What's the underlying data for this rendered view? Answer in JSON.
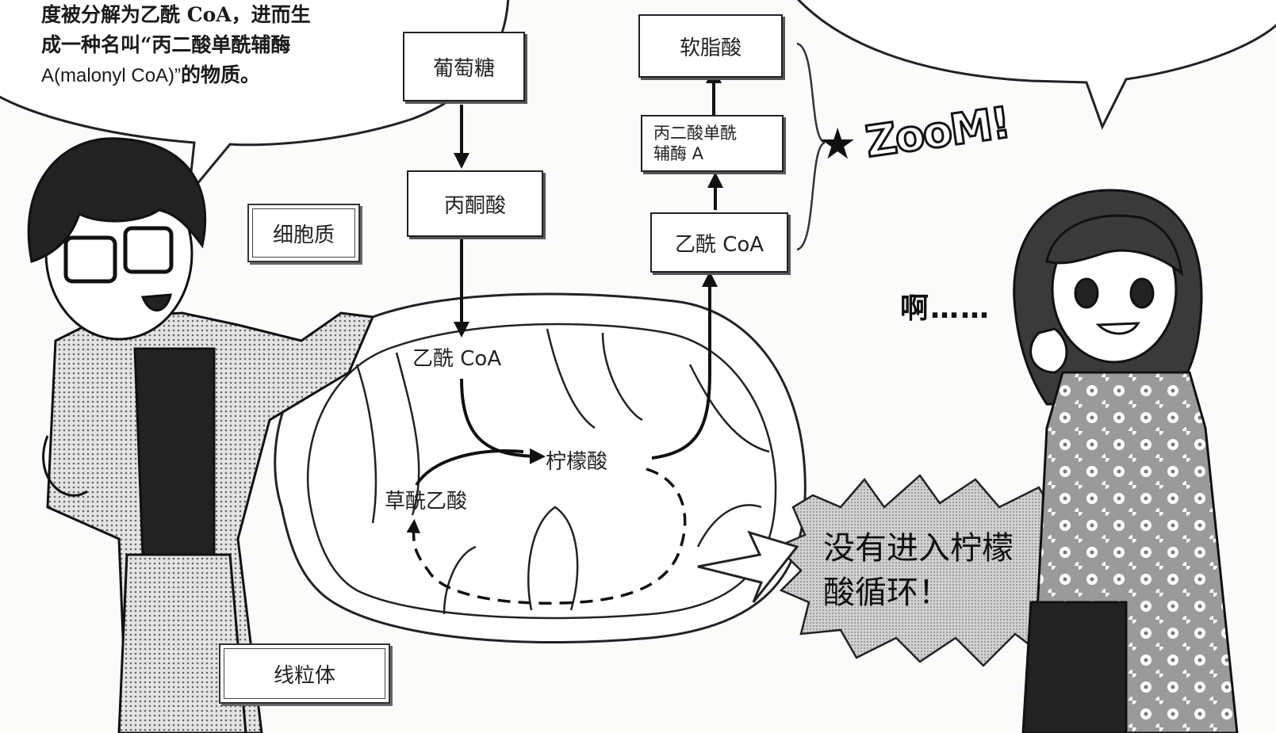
{
  "speech_bubble": {
    "line1": "度被分解为乙酰 CoA，进而生",
    "line2": "成一种名叫“丙二酸单酰辅酶",
    "line3_latin": "A(malonyl CoA)”",
    "line3_rest": "的物质。"
  },
  "diagram": {
    "glucose": "葡萄糖",
    "pyruvate": "丙酮酸",
    "acetyl_coa_mito": "乙酰 CoA",
    "citric_acid": "柠檬酸",
    "oxaloacetate": "草酰乙酸",
    "acetyl_coa_top": "乙酰 CoA",
    "malonyl_line1": "丙二酸单酰",
    "malonyl_line2": "辅酶 A",
    "palmitic_acid": "软脂酸"
  },
  "labels": {
    "cytoplasm": "细胞质",
    "mitochondria": "线粒体"
  },
  "effects": {
    "star": "★",
    "zoom": "ZooM!"
  },
  "girl_speech": {
    "ah": "啊……"
  },
  "burst": {
    "line1": "没有进入柠檬",
    "line2": "酸循环！"
  },
  "colors": {
    "ink": "#1a1a1a",
    "paper": "#fbfbf9",
    "screen_tone": "#c8c8c8"
  }
}
